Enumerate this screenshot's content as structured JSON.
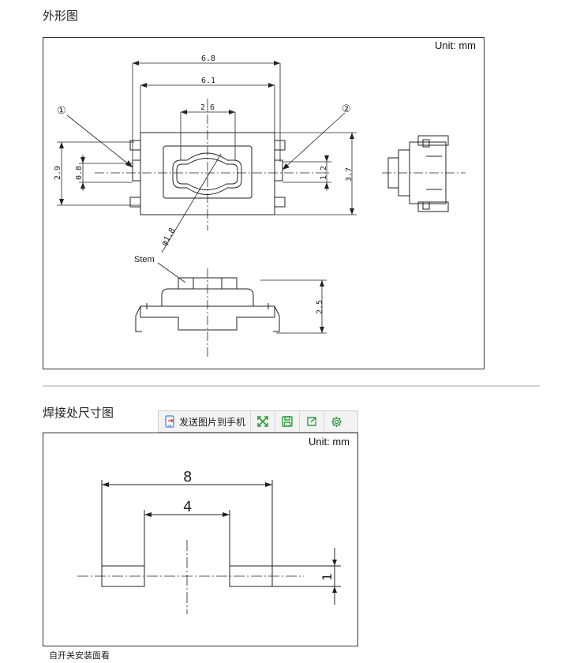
{
  "section1": {
    "title": "外形图",
    "unit": "Unit: mm"
  },
  "section2": {
    "title": "焊接处尺寸图",
    "unit": "Unit: mm"
  },
  "toolbar": {
    "send_label": "发送图片到手机",
    "buttons": [
      "expand-icon",
      "save-icon",
      "share-icon",
      "gear-icon"
    ],
    "accent": "#2e9e3c"
  },
  "caption": "自开关安装面看",
  "drawing1": {
    "width_outer": "6.8",
    "width_inner": "6.1",
    "stem_width": "2.6",
    "height_left": "2.9",
    "terminal": "0.8",
    "height_right1": "1.2",
    "height_right2": "3.7",
    "stem_diameter": "φ1.8",
    "side_height": "2.5",
    "stem_label": "Stem",
    "marker1": "①",
    "marker2": "②"
  },
  "drawing2": {
    "dim_outer": "8",
    "dim_inner": "4",
    "dim_pad": "1"
  }
}
